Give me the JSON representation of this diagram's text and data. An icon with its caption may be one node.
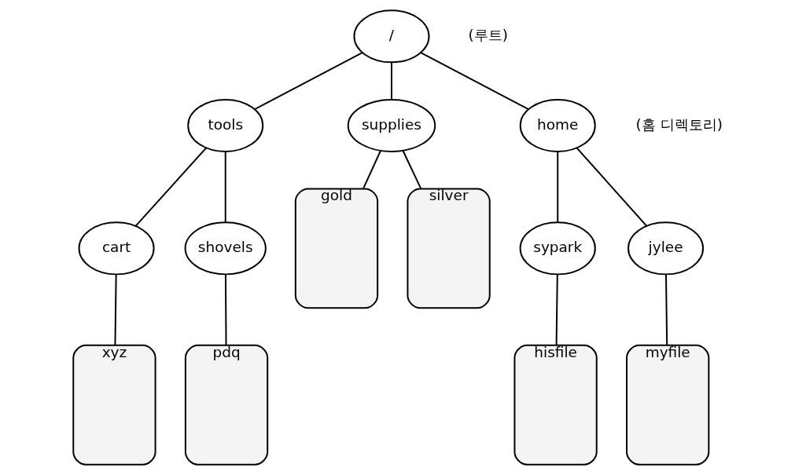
{
  "diagram": {
    "nodes": [
      {
        "text": [
          "/"
        ],
        "beside": [
          "(루트)"
        ]
      },
      {
        "text": [
          "tools"
        ]
      },
      {
        "text": [
          "supplies"
        ]
      },
      {
        "text": [
          "home"
        ],
        "beside": [
          "(홈 디렉토리)"
        ]
      },
      {
        "text": [
          "cart"
        ]
      },
      {
        "text": [
          "shovels"
        ]
      },
      {
        "text": [
          "gold"
        ]
      },
      {
        "text": [
          "silver"
        ]
      },
      {
        "text": [
          "sypark"
        ]
      },
      {
        "text": [
          "jylee"
        ]
      },
      {
        "text": [
          "xyz"
        ]
      },
      {
        "text": [
          "pdq"
        ]
      },
      {
        "text": [
          "hisfile"
        ]
      },
      {
        "text": [
          "myfile"
        ]
      }
    ],
    "edges": [
      {
        "from": 0,
        "to": 1,
        "arrow": "none"
      },
      {
        "from": 0,
        "to": 2,
        "arrow": "none"
      },
      {
        "from": 0,
        "to": 3,
        "arrow": "none"
      },
      {
        "from": 1,
        "to": 4,
        "arrow": "none"
      },
      {
        "from": 1,
        "to": 5,
        "arrow": "none"
      },
      {
        "from": 2,
        "to": 6,
        "arrow": "none"
      },
      {
        "from": 2,
        "to": 7,
        "arrow": "none"
      },
      {
        "from": 3,
        "to": 8,
        "arrow": "none"
      },
      {
        "from": 3,
        "to": 9,
        "arrow": "none"
      },
      {
        "from": 4,
        "to": 10,
        "arrow": "none"
      },
      {
        "from": 5,
        "to": 11,
        "arrow": "none"
      },
      {
        "from": 8,
        "to": 12,
        "arrow": "none"
      },
      {
        "from": 9,
        "to": 13,
        "arrow": "none"
      }
    ]
  }
}
